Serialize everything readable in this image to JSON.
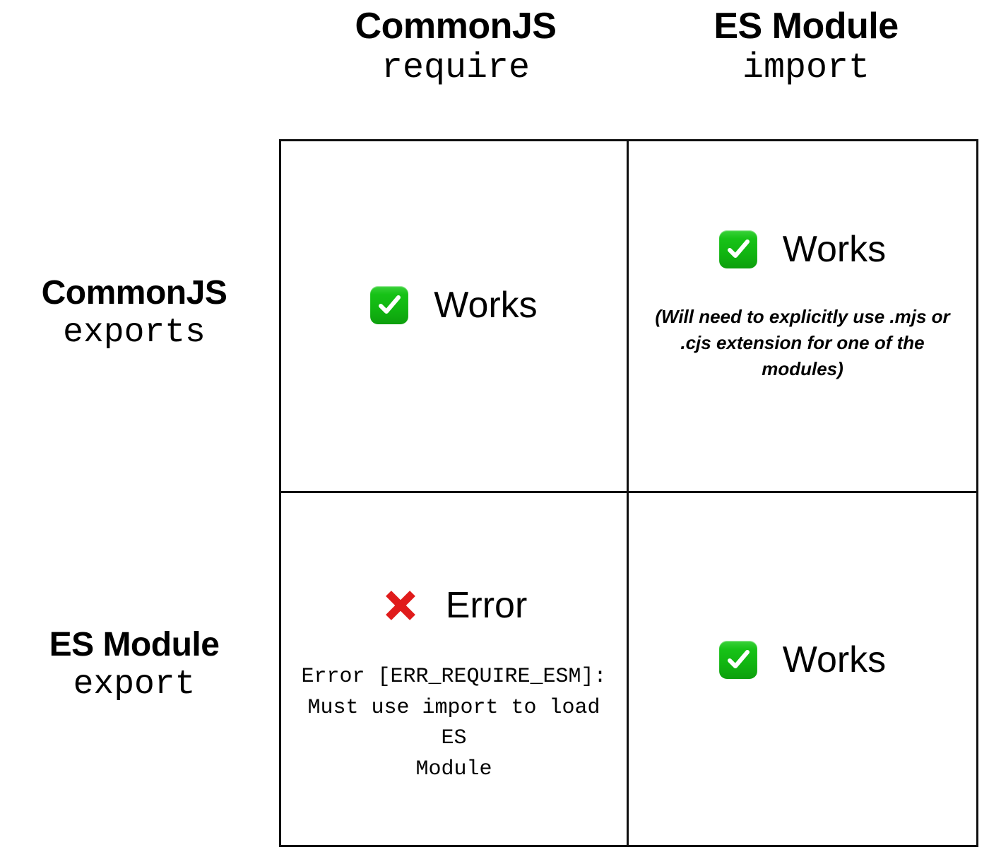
{
  "diagram": {
    "type": "2x2-compatibility-matrix",
    "columns": [
      {
        "id": "cjs-require",
        "title": "CommonJS",
        "subtitle": "require"
      },
      {
        "id": "esm-import",
        "title": "ES Module",
        "subtitle": "import"
      }
    ],
    "rows": [
      {
        "id": "cjs-exports",
        "title": "CommonJS",
        "subtitle": "exports"
      },
      {
        "id": "esm-export",
        "title": "ES Module",
        "subtitle": "export"
      }
    ],
    "cells": [
      {
        "id": "cjs-exports__cjs-require",
        "icon": "green-check-icon",
        "status": "Works",
        "note": ""
      },
      {
        "id": "cjs-exports__esm-import",
        "icon": "green-check-icon",
        "status": "Works",
        "note": "(Will need to explicitly use .mjs or .cjs extension for one of the modules)"
      },
      {
        "id": "esm-export__cjs-require",
        "icon": "red-x-icon",
        "status": "Error",
        "note": "Error [ERR_REQUIRE_ESM]:\nMust use import to load ES\nModule"
      },
      {
        "id": "esm-export__esm-import",
        "icon": "green-check-icon",
        "status": "Works",
        "note": ""
      }
    ],
    "colors": {
      "check_green": "#17c217",
      "check_green_light": "#3ad23a",
      "error_red": "#e01b1b",
      "border": "#101010",
      "text": "#000000",
      "background": "#ffffff"
    }
  }
}
